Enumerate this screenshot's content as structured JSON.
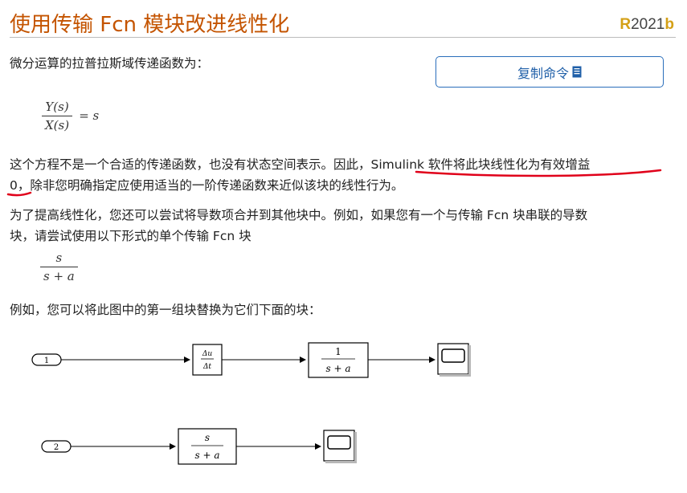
{
  "header": {
    "title": "使用传输 Fcn 模块改进线性化",
    "release_r": "R",
    "release_year": "2021",
    "release_b": "b"
  },
  "toolbar": {
    "copy_command_label": "复制命令"
  },
  "content": {
    "intro": "微分运算的拉普拉斯域传递函数为：",
    "eq1_num": "Y(s)",
    "eq1_den": "X(s)",
    "eq1_rhs": "= s",
    "para1_line1_a": "这个方程不是一个合适的传递函数，也没有状态空间表示。因此，",
    "para1_line1_b": "Simulink 软件将此块线性化为有效增益",
    "para1_line2_a": "0，",
    "para1_line2_b": "除非您明确指定应使用适当的一阶传递函数来近似该块的线性行为。",
    "para2_line1": "为了提高线性化，您还可以尝试将导数项合并到其他块中。例如，如果您有一个与传输 Fcn 块串联的导数",
    "para2_line2": "块，请尝试使用以下形式的单个传输 Fcn 块",
    "eq2_num": "s",
    "eq2_den": "s + a",
    "para3": "例如，您可以将此图中的第一组块替换为它们下面的块："
  },
  "diagram": {
    "inport1_label": "1",
    "deriv_num": "Δu",
    "deriv_den": "Δt",
    "tf1_num": "1",
    "tf1_den": "s + a",
    "inport2_label": "2",
    "tf2_num": "s",
    "tf2_den": "s + a"
  },
  "colors": {
    "title": "#c45400",
    "link": "#1f5fa8",
    "annotation": "#e0001a"
  }
}
